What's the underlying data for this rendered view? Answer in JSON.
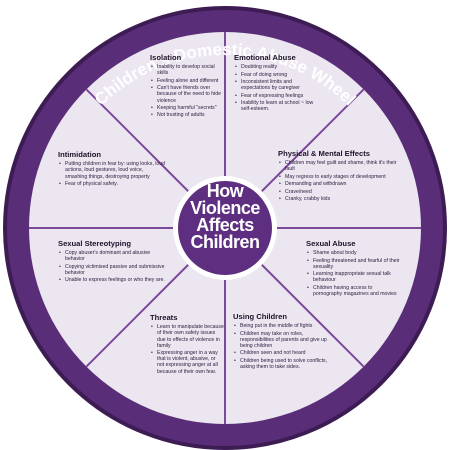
{
  "title": "Children's Domestic Abuse Wheel",
  "center": {
    "lines": [
      "How",
      "Violence",
      "Affects",
      "Children"
    ]
  },
  "colors": {
    "rim_dark": "#3d1c54",
    "rim": "#5a2d79",
    "segment": "#ece6f1",
    "divider": "#7a4a9a",
    "hub": "#5e2f80"
  },
  "segments": [
    {
      "title": "Isolation",
      "items": [
        "Inability to develop social skills",
        "Feeling alone and different",
        "Can't have friends over because of the need to hide violence",
        "Keeping harmful \"secrets\"",
        "Not trusting of adults"
      ]
    },
    {
      "title": "Emotional Abuse",
      "items": [
        "Doubting reality",
        "Fear of doing wrong",
        "Inconsistent limits and expectations by caregiver",
        "Fear of expressing feelings",
        "Inability to learn at school ~ low self-esteem."
      ]
    },
    {
      "title": "Physical & Mental Effects",
      "items": [
        "Children may feel guilt and shame, think it's their fault",
        "May regress to early stages of development",
        "Demanding and withdrawn",
        "Crave/need",
        "Cranky, crabby kids"
      ]
    },
    {
      "title": "Sexual Abuse",
      "items": [
        "Shame about body",
        "Feeling threatened and fearful of their sexuality",
        "Learning inappropriate sexual talk behaviour",
        "Children having access to pornography magazines and movies"
      ]
    },
    {
      "title": "Using Children",
      "items": [
        "Being put in the middle of fights",
        "Children may take on roles, responsibilities of parents and give up being children",
        "Children seen and not heard",
        "Children being used to solve conflicts, asking them to take sides."
      ]
    },
    {
      "title": "Threats",
      "items": [
        "Learn to manipulate because of their own safety issues due to effects of violence in family",
        "Expressing anger in a way that is violent, abusive, or not expressing anger at all because of their own fear."
      ]
    },
    {
      "title": "Sexual Stereotyping",
      "items": [
        "Copy abuser's dominant and abusive behavior",
        "Copying victimised passive and submissive behavior",
        "Unable to express feelings or who they are."
      ]
    },
    {
      "title": "Intimidation",
      "items": [
        "Putting children in fear by: using looks, loud actions, loud gestures, loud voice, smashing things, destroying property",
        "Fear of physical safety."
      ]
    }
  ]
}
